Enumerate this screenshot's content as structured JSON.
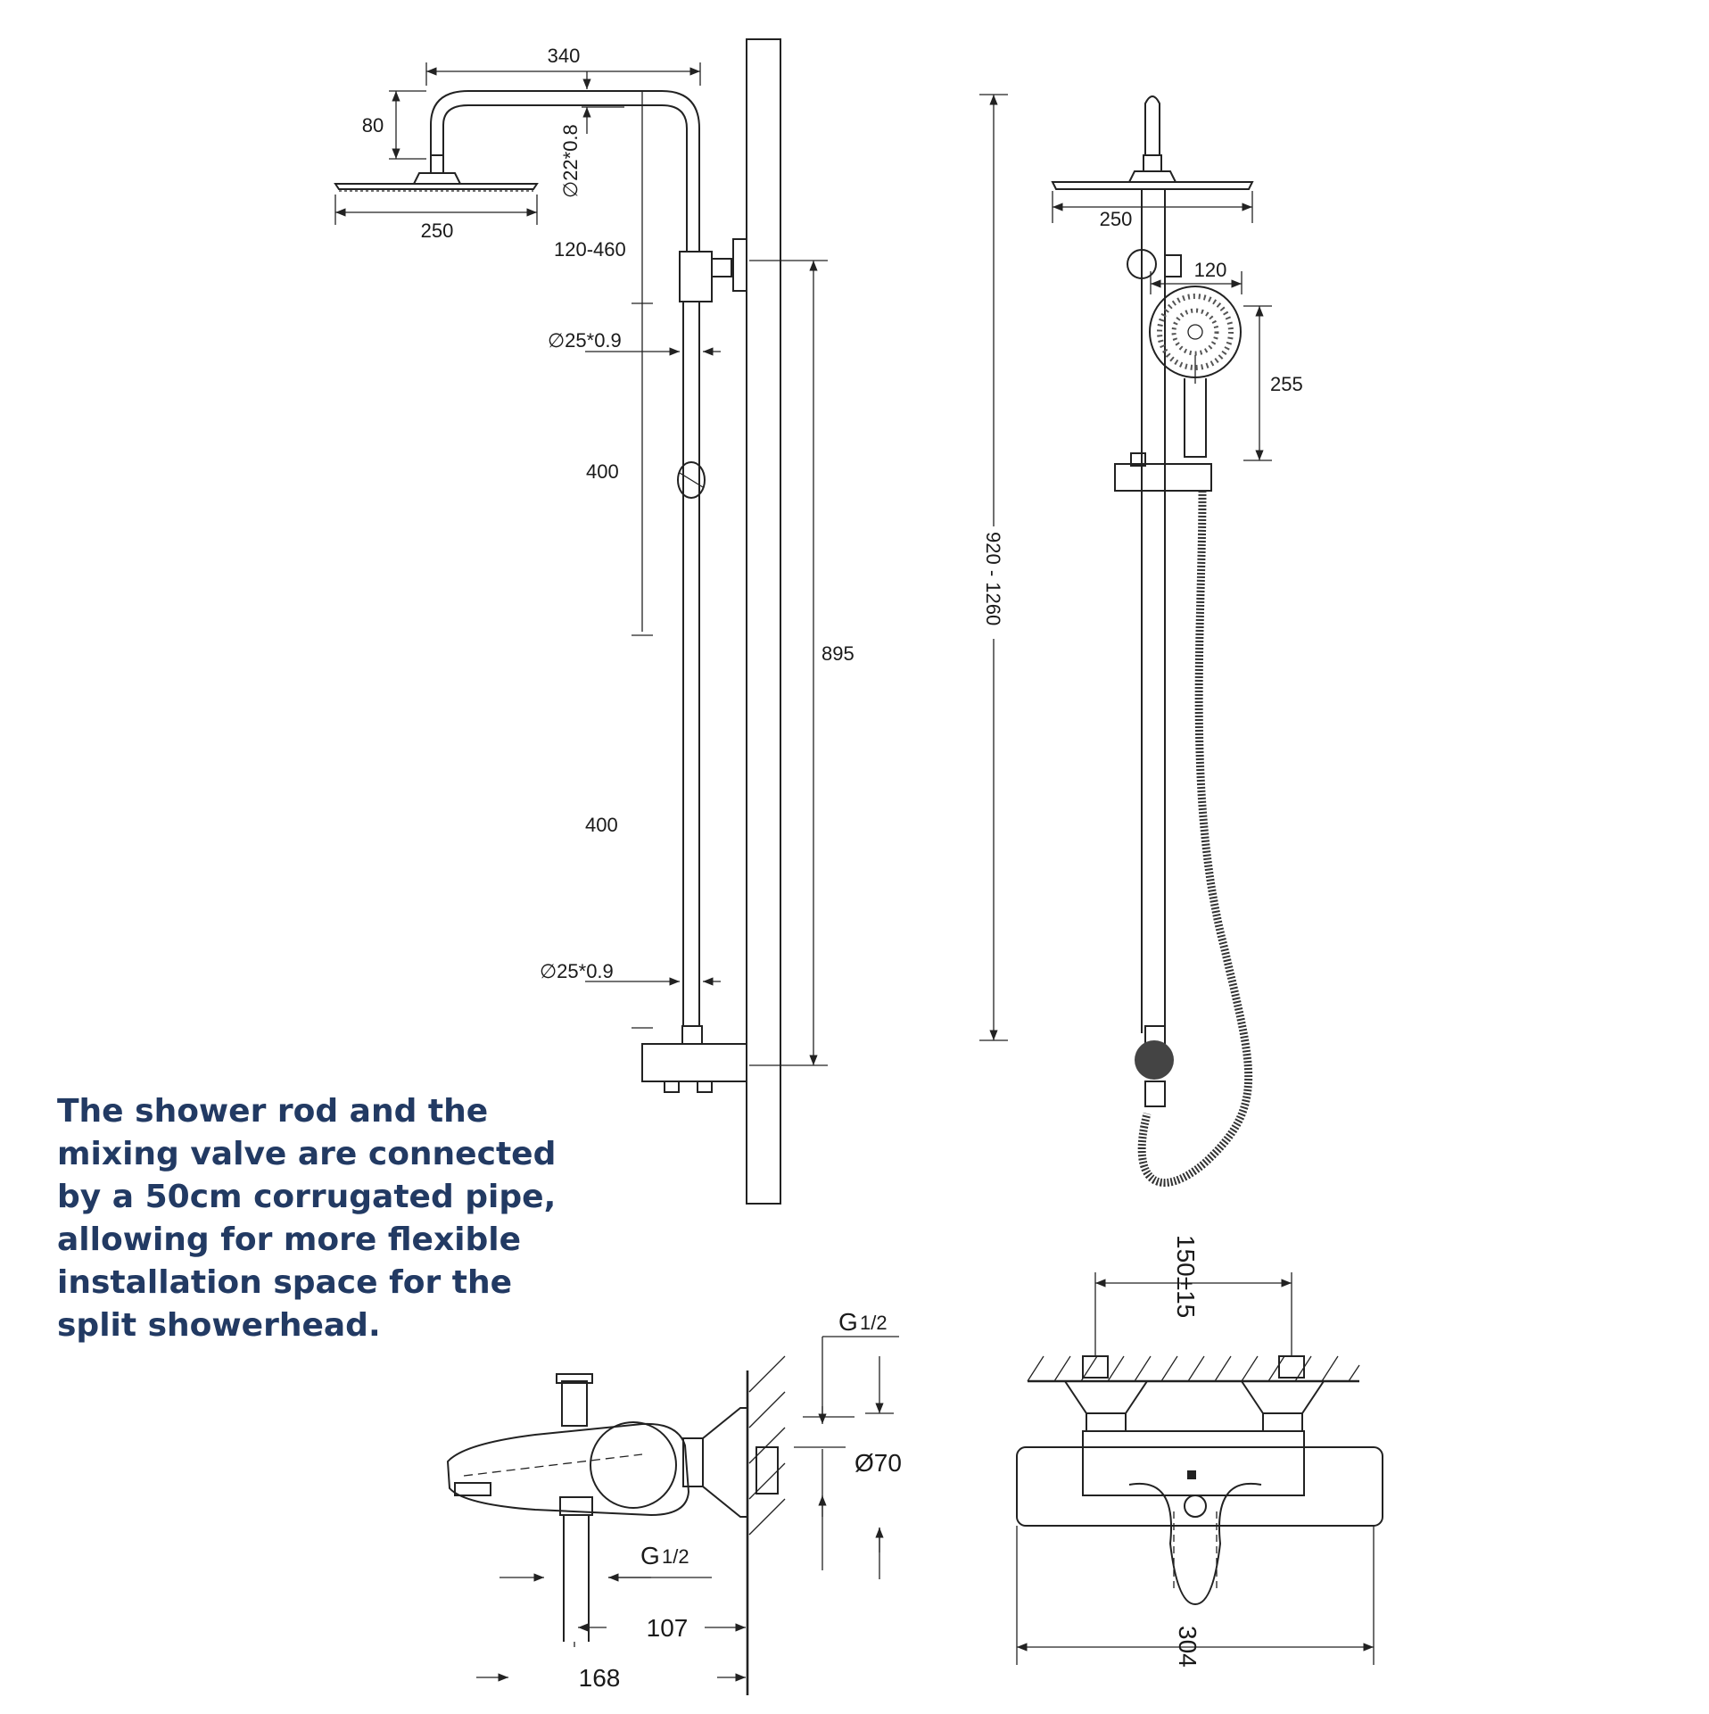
{
  "caption": "The shower rod and the\nmixing valve are connected\n by a 50cm corrugated pipe,\n allowing for more flexible\ninstallation space for the\nsplit showerhead.",
  "colors": {
    "caption": "#223a63",
    "lines": "#222222",
    "background": "#ffffff"
  },
  "side_view": {
    "arm_length": "340",
    "arm_drop": "80",
    "head_width": "250",
    "pipe_dia_top": "∅22*0.8",
    "adjust_range": "120-460",
    "rod_dia_upper": "∅25*0.9",
    "rod_seg_upper": "400",
    "rod_seg_lower": "400",
    "rod_dia_lower": "∅25*0.9",
    "rod_height": "895"
  },
  "front_view": {
    "total_height": "920 - 1260",
    "head_width": "250",
    "holder_offset": "120",
    "handshower_length": "255"
  },
  "valve_side": {
    "inlet_thread": "G",
    "inlet_thread_frac": "1/2",
    "flange_dia": "Ø70",
    "outlet_thread": "G",
    "outlet_thread_frac": "1/2",
    "depth_short": "107",
    "depth_long": "168"
  },
  "valve_front": {
    "center_distance": "150±15",
    "body_width": "304"
  }
}
